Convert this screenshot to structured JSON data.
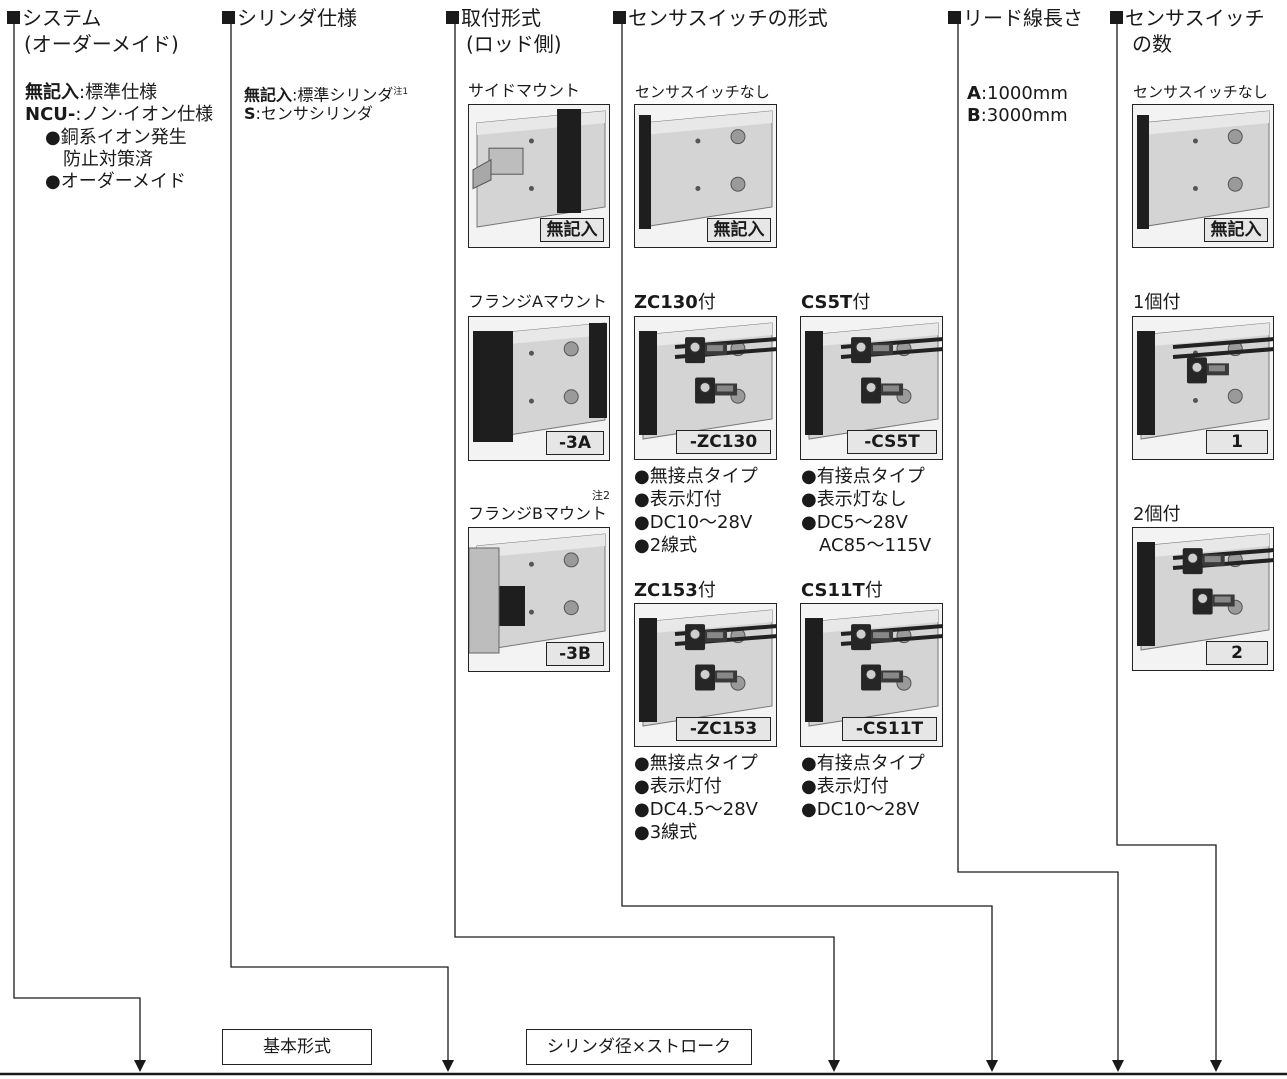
{
  "sections": {
    "system": {
      "title": "システム",
      "title2": "(オーダーメイド)",
      "opt1_key": "無記入",
      "opt1_val": ":標準仕様",
      "opt2_key": "NCU-",
      "opt2_val": ":ノン·イオン仕様",
      "sub1": "●銅系イオン発生",
      "sub1b": "防止対策済",
      "sub2": "●オーダーメイド"
    },
    "cylinder": {
      "title": "シリンダ仕様",
      "opt1_key": "無記入",
      "opt1_val": ":標準シリンダ",
      "opt1_note": "注1",
      "opt2_key": "S",
      "opt2_val": ":センサシリンダ"
    },
    "mount": {
      "title": "取付形式",
      "title2": "(ロッド側)",
      "side_label": "サイドマウント",
      "side_code": "無記入",
      "flangeA_label": "フランジAマウント",
      "flangeA_code": "-3A",
      "flangeB_note": "注2",
      "flangeB_label": "フランジBマウント",
      "flangeB_code": "-3B"
    },
    "sensor_type": {
      "title": "センサスイッチの形式",
      "none_label": "センサスイッチなし",
      "none_code": "無記入",
      "zc130_title": "ZC130",
      "zc130_suffix": "付",
      "zc130_code": "-ZC130",
      "zc130_specs": [
        "●無接点タイプ",
        "●表示灯付",
        "●DC10～28V",
        "●2線式"
      ],
      "cs5t_title": "CS5T",
      "cs5t_suffix": "付",
      "cs5t_code": "-CS5T",
      "cs5t_specs": [
        "●有接点タイプ",
        "●表示灯なし",
        "●DC5～28V",
        "AC85～115V"
      ],
      "zc153_title": "ZC153",
      "zc153_suffix": "付",
      "zc153_code": "-ZC153",
      "zc153_specs": [
        "●無接点タイプ",
        "●表示灯付",
        "●DC4.5～28V",
        "●3線式"
      ],
      "cs11t_title": "CS11T",
      "cs11t_suffix": "付",
      "cs11t_code": "-CS11T",
      "cs11t_specs": [
        "●有接点タイプ",
        "●表示灯付",
        "●DC10～28V"
      ]
    },
    "lead": {
      "title": "リード線長さ",
      "opt1_key": "A",
      "opt1_val": ":1000mm",
      "opt2_key": "B",
      "opt2_val": ":3000mm"
    },
    "count": {
      "title": "センサスイッチ",
      "title2": "の数",
      "none_label": "センサスイッチなし",
      "none_code": "無記入",
      "one_label": "1個付",
      "one_code": "1",
      "two_label": "2個付",
      "two_code": "2"
    }
  },
  "bottom": {
    "basic_model": "基本形式",
    "bore_stroke": "シリンダ径×ストローク"
  },
  "colors": {
    "line": "#1a1a1a",
    "code_bg": "#e6e6e6",
    "metal": "#d4d4d4",
    "black_part": "#1e1e1e"
  }
}
